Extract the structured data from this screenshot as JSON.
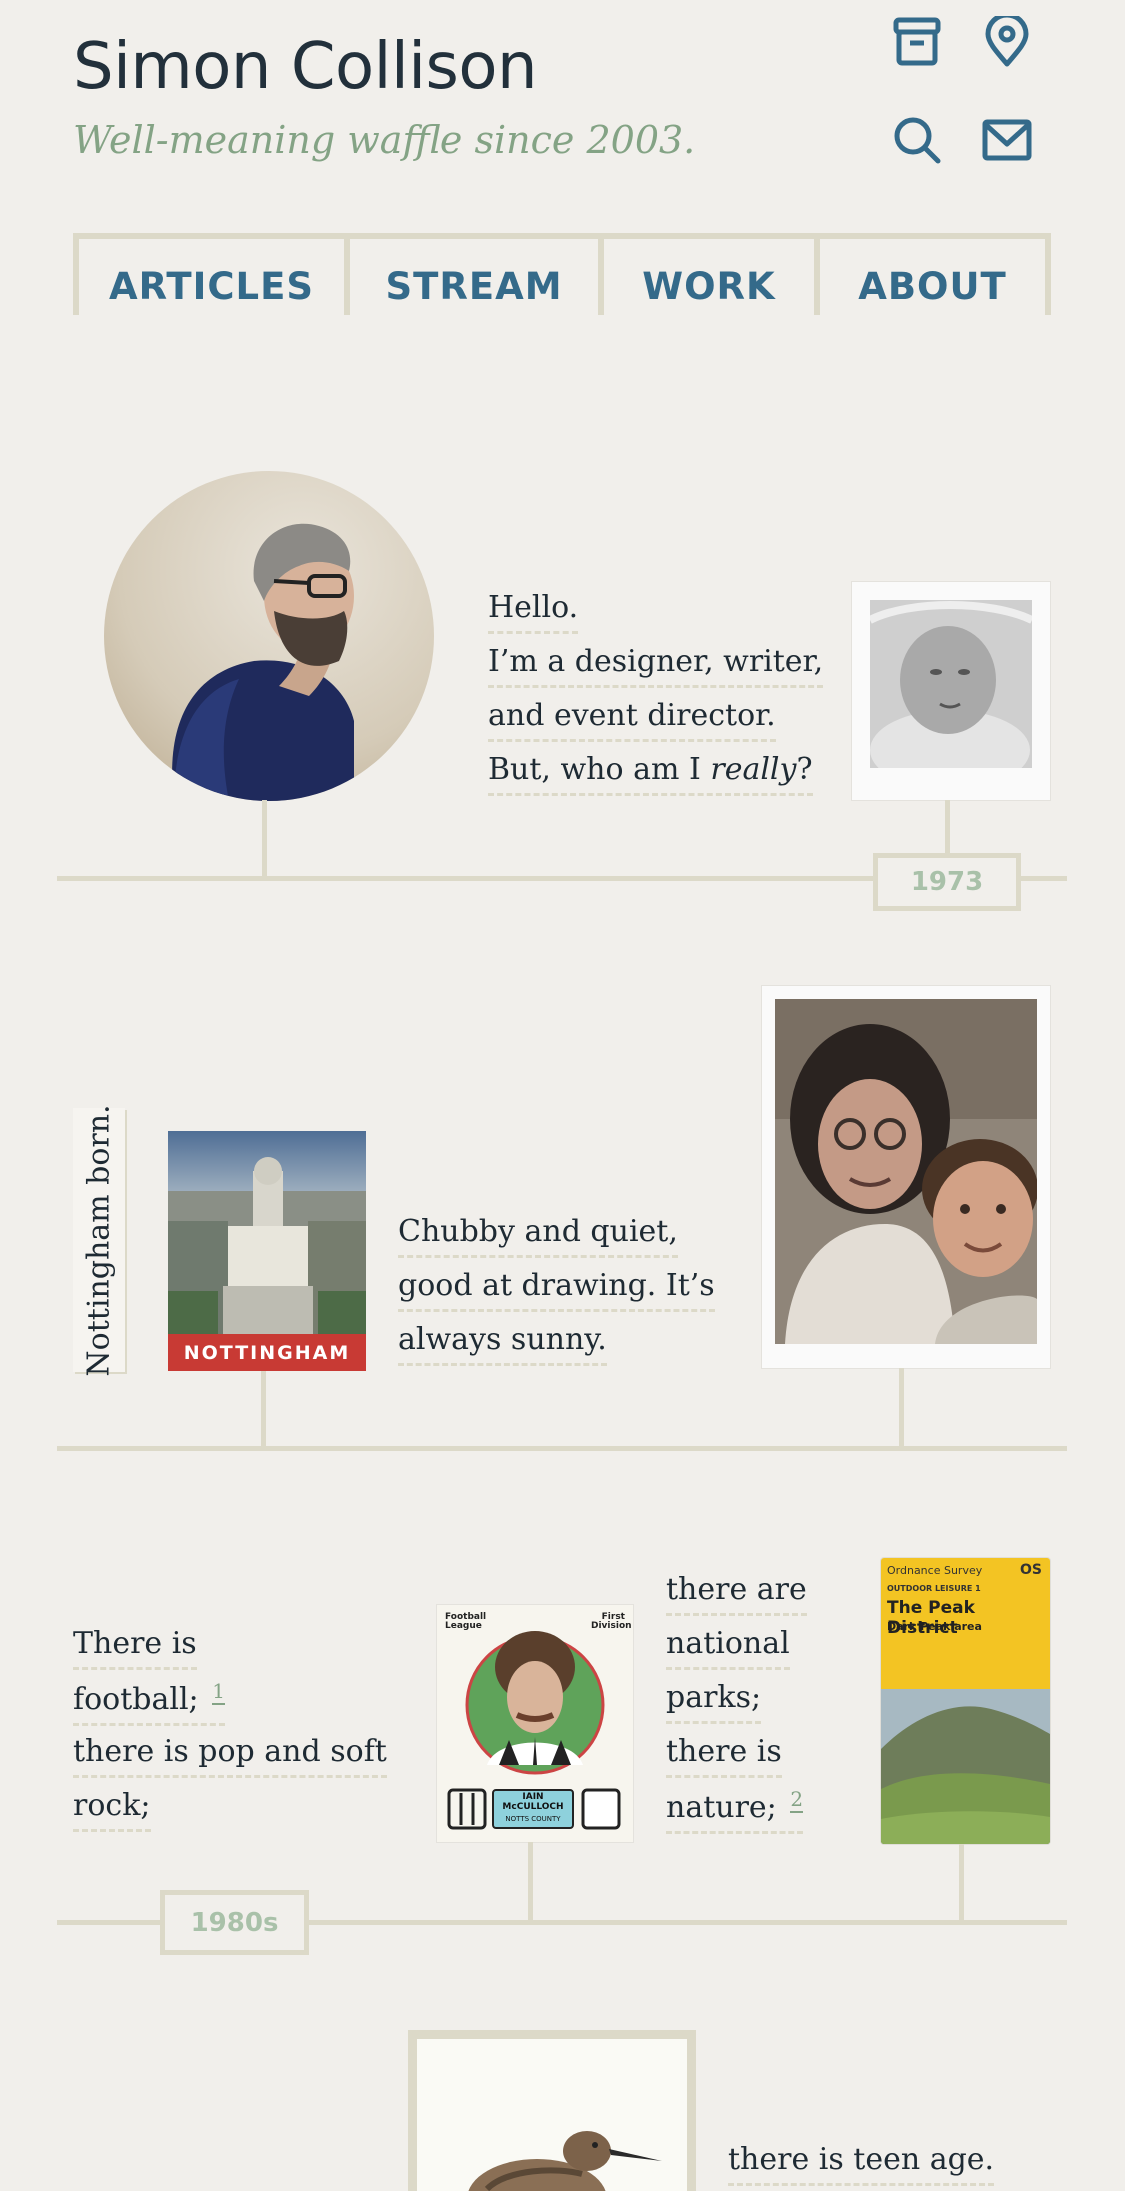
{
  "header": {
    "site_title": "Simon Collison",
    "tagline": "Well-meaning waffle since 2003."
  },
  "header_icons": [
    "archive-icon",
    "location-pin-icon",
    "search-icon",
    "mail-icon"
  ],
  "nav": {
    "items": [
      {
        "label": "ARTICLES"
      },
      {
        "label": "STREAM"
      },
      {
        "label": "WORK"
      },
      {
        "label": "ABOUT"
      }
    ]
  },
  "intro": {
    "line1": "Hello.",
    "line2": "I’m a designer, writer,",
    "line3": "and event director.",
    "line4_a": "But, who am I ",
    "line4_em": "really",
    "line4_b": "?",
    "year_tag": "1973"
  },
  "childhood": {
    "vertical_label": "Nottingham born.",
    "postcard_caption": "NOTTINGHAM",
    "line1": "Chubby and quiet,",
    "line2": "good at drawing. It’s",
    "line3": "always sunny."
  },
  "eighties": {
    "left_line1": "There is",
    "left_line2": "football;",
    "footnote1": "1",
    "left_line3": "there is pop and soft",
    "left_line4": "rock;",
    "sticker": {
      "top_left": "Football League",
      "top_right": "First Division",
      "name": "IAIN McCULLOCH",
      "team": "NOTTS COUNTY"
    },
    "right_line1": "there are",
    "right_line2": "national",
    "right_line3": "parks;",
    "right_line4": "there is",
    "right_line5": "nature;",
    "footnote2": "2",
    "map": {
      "brand": "Ordnance Survey",
      "series": "OUTDOOR LEISURE 1",
      "title": "The Peak District",
      "subtitle": "Dark Peak area",
      "logo": "OS"
    },
    "decade_tag": "1980s"
  },
  "teens": {
    "line1": "there is teen age."
  },
  "colors": {
    "background": "#f1efeb",
    "nav_text": "#346a8a",
    "accent_green": "#84a385",
    "rule": "#dcd9c8"
  }
}
